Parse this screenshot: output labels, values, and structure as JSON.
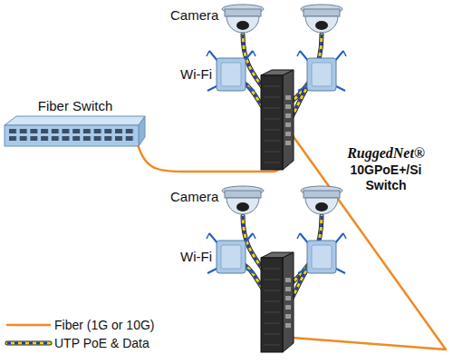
{
  "diagram": {
    "nodes": [
      {
        "text": [
          "Fiber Switch"
        ]
      }
    ],
    "labels": [
      "Camera",
      "Wi-Fi",
      "RuggedNet®",
      "10GPoE+/Si",
      "Switch",
      "Camera",
      "Wi-Fi"
    ],
    "legend": [
      {
        "text": "Fiber (1G or 10G)"
      },
      {
        "text": "UTP PoE & Data"
      }
    ]
  }
}
